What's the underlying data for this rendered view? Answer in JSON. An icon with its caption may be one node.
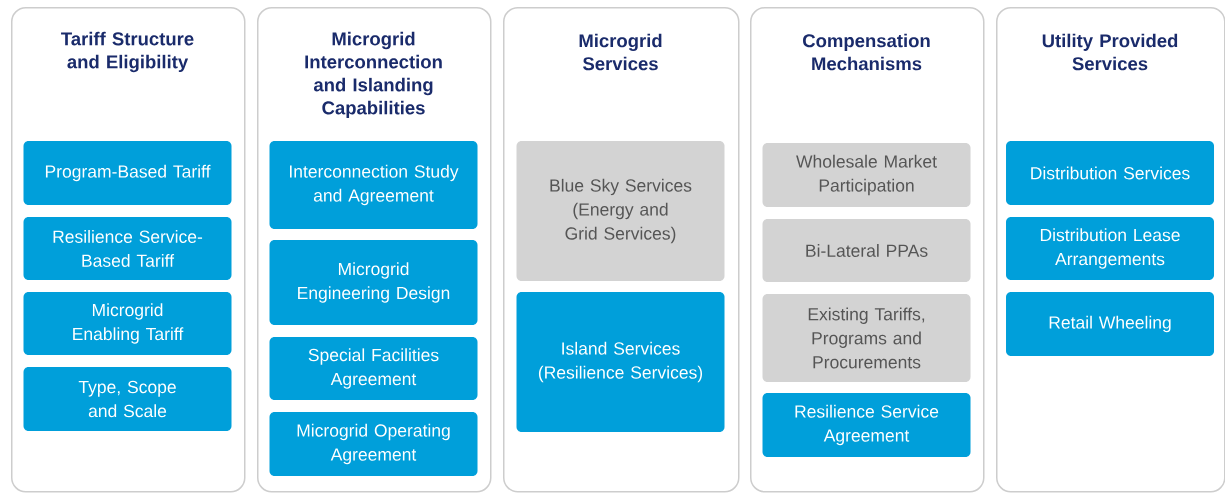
{
  "diagram": {
    "nodes": [
      {
        "text": [
          "Tariff Structure and Eligibility"
        ]
      },
      {
        "text": [
          "Program-Based Tariff"
        ],
        "in": 0
      },
      {
        "text": [
          "Resilience Service-Based Tariff"
        ],
        "in": 0
      },
      {
        "text": [
          "Microgrid Enabling Tariff"
        ],
        "in": 0
      },
      {
        "text": [
          "Type, Scope and Scale"
        ],
        "in": 0
      },
      {
        "text": [
          "Microgrid Interconnection and Islanding Capabilities"
        ]
      },
      {
        "text": [
          "Interconnection Study and Agreement"
        ],
        "in": 5
      },
      {
        "text": [
          "Microgrid Engineering Design"
        ],
        "in": 5
      },
      {
        "text": [
          "Special Facilities Agreement"
        ],
        "in": 5
      },
      {
        "text": [
          "Microgrid Operating Agreement"
        ],
        "in": 5
      },
      {
        "text": [
          "Microgrid Services"
        ]
      },
      {
        "text": [
          "Blue Sky Services (Energy and Grid Services)"
        ],
        "in": 10
      },
      {
        "text": [
          "Island Services (Resilience Services)"
        ],
        "in": 10
      },
      {
        "text": [
          "Compensation Mechanisms"
        ]
      },
      {
        "text": [
          "Wholesale Market Participation"
        ],
        "in": 13
      },
      {
        "text": [
          "Bi-Lateral PPAs"
        ],
        "in": 13
      },
      {
        "text": [
          "Existing Tariffs, Programs and Procurements"
        ],
        "in": 13
      },
      {
        "text": [
          "Resilience Service Agreement"
        ],
        "in": 13
      },
      {
        "text": [
          "Utility Provided Services"
        ]
      },
      {
        "text": [
          "Distribution Services"
        ],
        "in": 18
      },
      {
        "text": [
          "Distribution Lease Arrangements"
        ],
        "in": 18
      },
      {
        "text": [
          "Retail Wheeling"
        ],
        "in": 18
      }
    ]
  }
}
